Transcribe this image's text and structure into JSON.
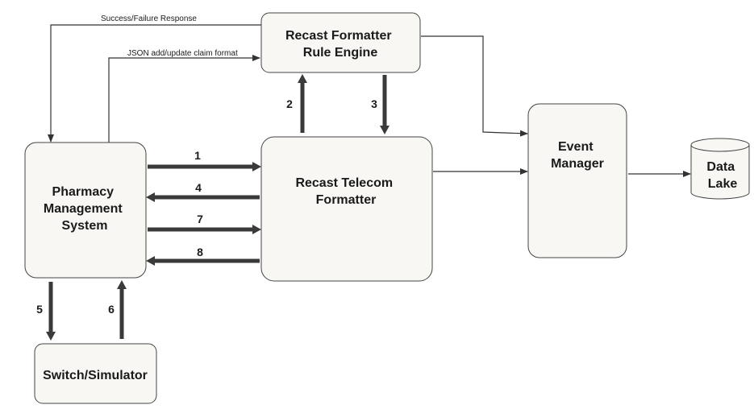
{
  "nodes": {
    "rule_engine": [
      "Recast Formatter",
      "Rule Engine"
    ],
    "pharmacy": [
      "Pharmacy",
      "Management",
      "System"
    ],
    "telecom": [
      "Recast Telecom",
      "Formatter"
    ],
    "event_manager": [
      "Event",
      "Manager"
    ],
    "data_lake": [
      "Data",
      "Lake"
    ],
    "switch": [
      "Switch/Simulator"
    ]
  },
  "steps": {
    "s1": "1",
    "s2": "2",
    "s3": "3",
    "s4": "4",
    "s5": "5",
    "s6": "6",
    "s7": "7",
    "s8": "8"
  },
  "edge_labels": {
    "success_failure": "Success/Failure Response",
    "json_claim": "JSON add/update claim format"
  }
}
